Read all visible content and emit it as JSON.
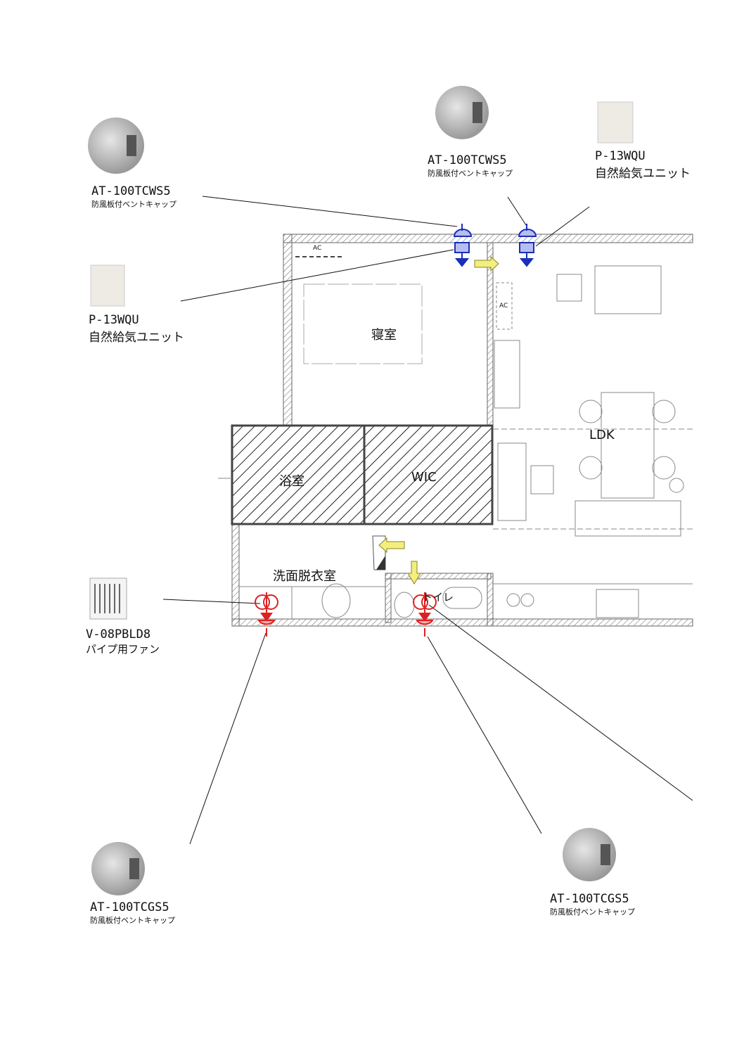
{
  "rooms": {
    "bedroom": "寝室",
    "ldk": "LDK",
    "bath": "浴室",
    "wic": "WIC",
    "washroom": "洗面脱衣室",
    "toilet": "トイレ",
    "ac1": "AC",
    "ac2": "AC"
  },
  "callouts": [
    {
      "model": "AT-100TCWS5",
      "desc": "防風板付ベントキャップ"
    },
    {
      "model": "P-13WQU",
      "desc": "自然給気ユニット"
    },
    {
      "model": "AT-100TCWS5",
      "desc": "防風板付ベントキャップ"
    },
    {
      "model": "P-13WQU",
      "desc": "自然給気ユニット"
    },
    {
      "model": "V-08PBLD8",
      "desc": "パイプ用ファン"
    },
    {
      "model": "AT-100TCGS5",
      "desc": "防風板付ベントキャップ"
    },
    {
      "model": "AT-100TCGS5",
      "desc": "防風板付ベントキャップ"
    }
  ],
  "colors": {
    "supply": "#1a2fb8",
    "exhaust": "#e02020",
    "airflow": "#f2ee80"
  }
}
